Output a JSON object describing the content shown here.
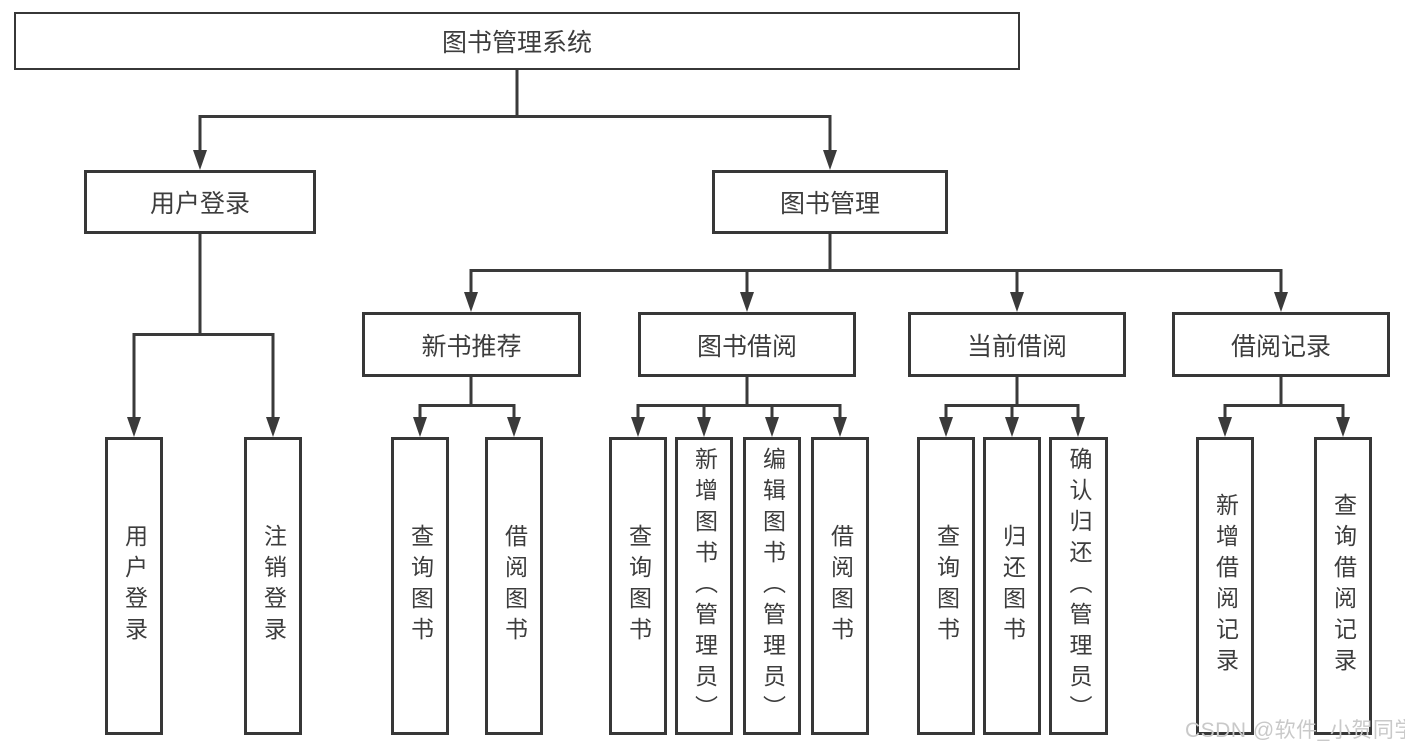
{
  "diagram": {
    "root": {
      "label": "图书管理系统"
    },
    "branches": [
      {
        "label": "用户登录",
        "children": [
          {
            "label": "用户登录"
          },
          {
            "label": "注销登录"
          }
        ]
      },
      {
        "label": "图书管理",
        "children": [
          {
            "label": "新书推荐",
            "children": [
              {
                "label": "查询图书"
              },
              {
                "label": "借阅图书"
              }
            ]
          },
          {
            "label": "图书借阅",
            "children": [
              {
                "label": "查询图书"
              },
              {
                "label": "新增图书（管理员）"
              },
              {
                "label": "编辑图书（管理员）"
              },
              {
                "label": "借阅图书"
              }
            ]
          },
          {
            "label": "当前借阅",
            "children": [
              {
                "label": "查询图书"
              },
              {
                "label": "归还图书"
              },
              {
                "label": "确认归还（管理员）"
              }
            ]
          },
          {
            "label": "借阅记录",
            "children": [
              {
                "label": "新增借阅记录"
              },
              {
                "label": "查询借阅记录"
              }
            ]
          }
        ]
      }
    ]
  },
  "watermark": {
    "text": "CSDN @软件_小贺同学"
  },
  "colors": {
    "line": "#3a3a3a",
    "box_border": "#373737",
    "text": "#3d3d3d",
    "watermark": "#c9c9c9",
    "background": "#ffffff"
  }
}
